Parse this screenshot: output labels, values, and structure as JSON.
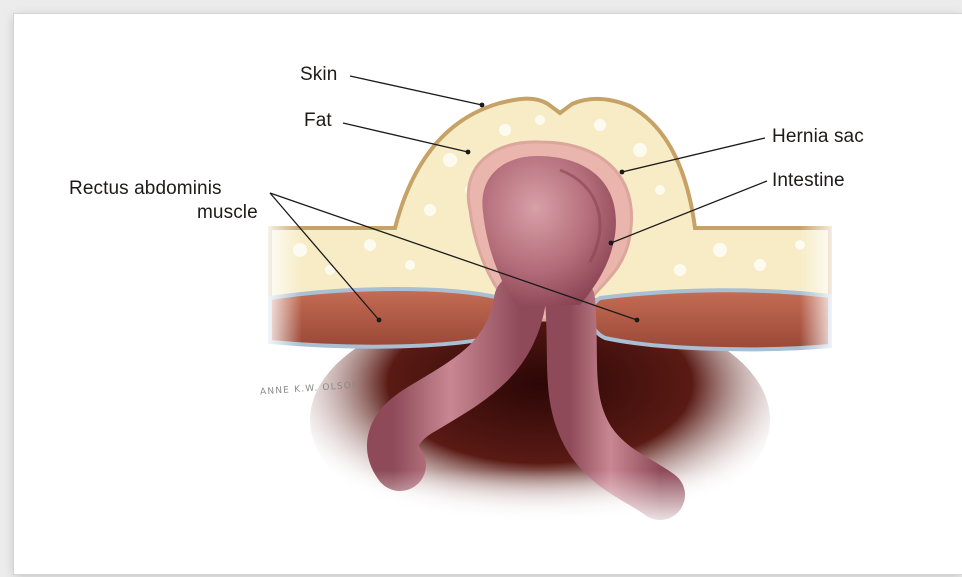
{
  "labels": {
    "skin": "Skin",
    "fat": "Fat",
    "rectus_line1": "Rectus abdominis",
    "rectus_line2": "muscle",
    "hernia_sac": "Hernia sac",
    "intestine": "Intestine"
  },
  "signature": "ANNE K.W. OLSON",
  "colors": {
    "fat": "#f7ecc6",
    "skin_outline": "#c7a267",
    "muscle": "#b25d48",
    "fascia": "#a9bfd3",
    "sac": "#eab5ac",
    "intestine": "#b56e7a",
    "cavity": "#2f0a08",
    "leader": "#1a1a1a"
  }
}
